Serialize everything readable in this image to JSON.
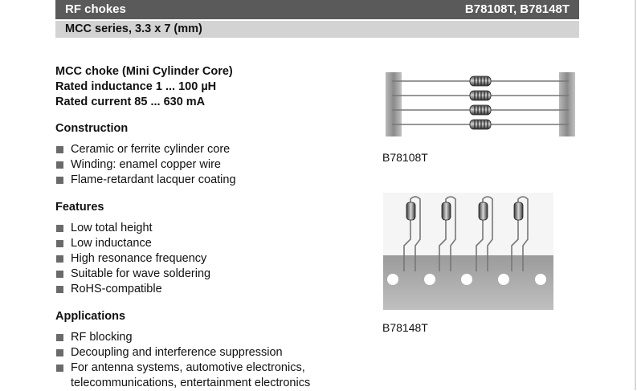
{
  "header": {
    "category": "RF chokes",
    "part_numbers": "B78108T, B78148T",
    "series": "MCC series, 3.3 x 7 (mm)"
  },
  "intro": [
    "MCC choke (Mini Cylinder Core)",
    "Rated inductance 1 ... 100 µH",
    "Rated current 85 ... 630 mA"
  ],
  "construction": {
    "title": "Construction",
    "items": [
      "Ceramic or ferrite cylinder core",
      "Winding: enamel copper wire",
      "Flame-retardant lacquer coating"
    ]
  },
  "features": {
    "title": "Features",
    "items": [
      "Low total height",
      "Low inductance",
      "High resonance frequency",
      "Suitable for wave soldering",
      "RoHS-compatible"
    ]
  },
  "applications": {
    "title": "Applications",
    "items": [
      "RF blocking",
      "Decoupling and interference suppression",
      "For antenna systems, automotive electronics,",
      "telecommunications, entertainment electronics"
    ]
  },
  "images": [
    {
      "caption": "B78108T",
      "icon": "axial-choke-tape-reel-photo"
    },
    {
      "caption": "B78148T",
      "icon": "radial-choke-ammo-pack-photo"
    }
  ]
}
